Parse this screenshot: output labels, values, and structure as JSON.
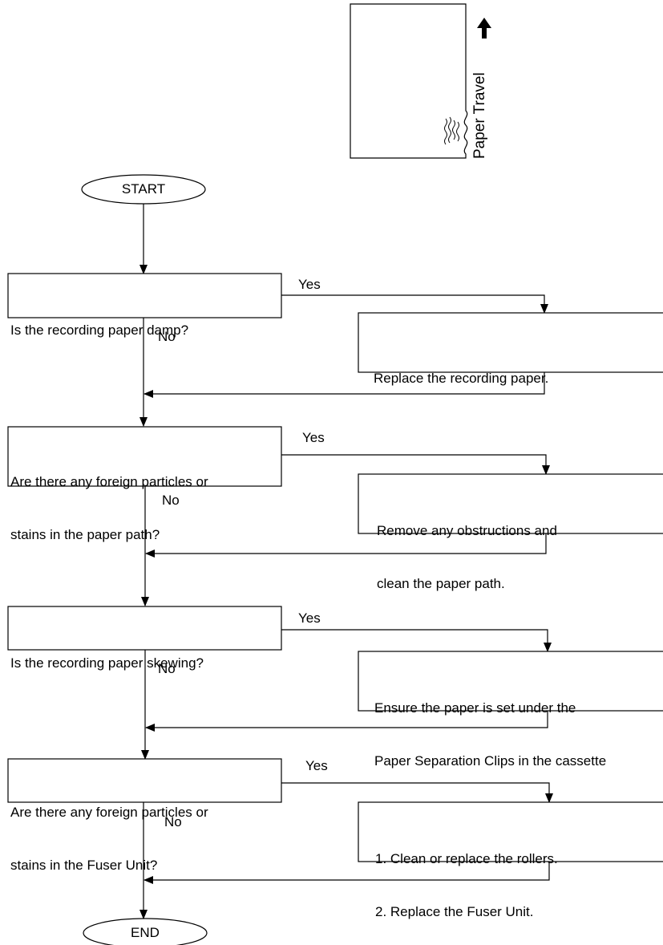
{
  "illustration": {
    "paper_travel_label": "Paper Travel"
  },
  "flow": {
    "start_label": "START",
    "end_label": "END",
    "yes_label": "Yes",
    "no_label": "No",
    "steps": [
      {
        "question": [
          "Is the recording paper damp?"
        ],
        "action": [
          "Replace the recording paper."
        ]
      },
      {
        "question": [
          "Are there any foreign particles or",
          "stains in the paper path?"
        ],
        "action": [
          "Remove any obstructions and",
          "clean the paper path."
        ]
      },
      {
        "question": [
          "Is the recording paper skewing?"
        ],
        "action": [
          "Ensure the paper is set under the",
          "Paper Separation Clips in the cassette"
        ]
      },
      {
        "question": [
          "Are there any foreign particles or",
          "stains in the Fuser Unit?"
        ],
        "action": [
          "1. Clean or replace the rollers.",
          "2. Replace the Fuser Unit."
        ]
      }
    ]
  }
}
